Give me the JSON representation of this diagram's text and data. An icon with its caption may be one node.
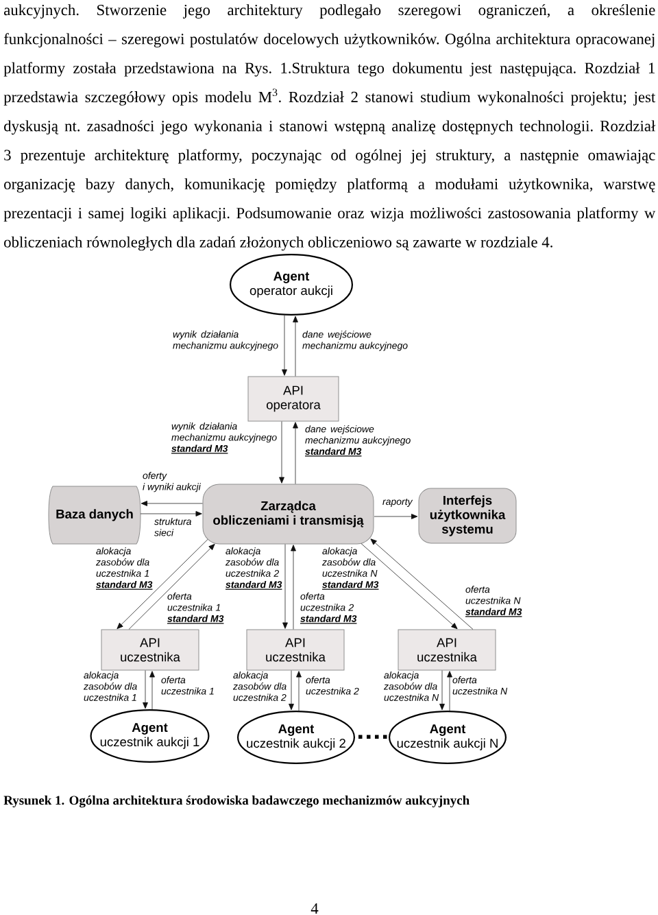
{
  "diagram": {
    "caption": "Rysunek 1. Ogólna architektura środowiska badawczego mechanizmów aukcyjnych",
    "nodes": [
      {
        "text": [
          "Agent",
          "operator aukcji"
        ]
      },
      {
        "text": [
          "API operatora"
        ]
      },
      {
        "text": [
          "Baza danych"
        ]
      },
      {
        "text": [
          "Zarządca obliczeniami i transmisją"
        ]
      },
      {
        "text": [
          "Interfejs użytkownika systemu"
        ]
      },
      {
        "text": [
          "API uczestnika"
        ]
      },
      {
        "text": [
          "API uczestnika"
        ]
      },
      {
        "text": [
          "API uczestnika"
        ]
      },
      {
        "text": [
          "Agent",
          "uczestnik aukcji 1"
        ]
      },
      {
        "text": [
          "Agent",
          "uczestnik aukcji 2"
        ]
      },
      {
        "text": [
          "Agent",
          "uczestnik aukcji N"
        ]
      }
    ],
    "edges": [
      {
        "from": 0,
        "to": 1,
        "arrow": "to",
        "label": "wynik działania mechanizmu aukcyjnego"
      },
      {
        "from": 1,
        "to": 0,
        "arrow": "to",
        "label": "dane wejściowe mechanizmu aukcyjnego"
      },
      {
        "from": 1,
        "to": 3,
        "arrow": "to",
        "label": "wynik działania mechanizmu aukcyjnego **standard M3**"
      },
      {
        "from": 3,
        "to": 1,
        "arrow": "to",
        "label": "dane wejściowe mechanizmu aukcyjnego **standard M3**"
      },
      {
        "from": 3,
        "to": 2,
        "arrow": "to",
        "label": "oferty i wyniki aukcji"
      },
      {
        "from": 2,
        "to": 3,
        "arrow": "to",
        "label": "struktura sieci"
      },
      {
        "from": 3,
        "to": 4,
        "arrow": "to",
        "label": "raporty"
      },
      {
        "from": 3,
        "to": 5,
        "arrow": "to",
        "label": "alokacja zasobów dla uczestnika 1 **standard M3**"
      },
      {
        "from": 5,
        "to": 3,
        "arrow": "to",
        "label": "oferta uczestnika 1 **standard M3**"
      },
      {
        "from": 3,
        "to": 6,
        "arrow": "to",
        "label": "alokacja zasobów dla uczestnika 2 **standard M3**"
      },
      {
        "from": 6,
        "to": 3,
        "arrow": "to",
        "label": "oferta uczestnika 2 **standard M3**"
      },
      {
        "from": 3,
        "to": 7,
        "arrow": "to",
        "label": "alokacja zasobów dla uczestnika N **standard M3**"
      },
      {
        "from": 7,
        "to": 3,
        "arrow": "to",
        "label": "oferta uczestnika N **standard M3**"
      },
      {
        "from": 5,
        "to": 8,
        "arrow": "to",
        "label": "alokacja zasobów dla uczestnika 1"
      },
      {
        "from": 8,
        "to": 5,
        "arrow": "to",
        "label": "oferta uczestnika 1"
      },
      {
        "from": 6,
        "to": 9,
        "arrow": "to",
        "label": "alokacja zasobów dla uczestnika 2"
      },
      {
        "from": 9,
        "to": 6,
        "arrow": "to",
        "label": "oferta uczestnika 2"
      },
      {
        "from": 7,
        "to": 10,
        "arrow": "to",
        "label": "alokacja zasobów dla uczestnika N"
      },
      {
        "from": 10,
        "to": 7,
        "arrow": "to",
        "label": "oferta uczestnika N"
      }
    ],
    "labels": [
      "aukcyjnych. Stworzenie jego architektury podlegało szeregowi ograniczeń, a określenie funkcjonalności – szeregowi postulatów docelowych użytkowników. Ogólna architektura opracowanej platformy została przedstawiona na Rys. 1.Struktura tego dokumentu jest następująca. Rozdział 1 przedstawia szczegółowy opis modelu M$^{3}$. Rozdział 2 stanowi studium wykonalności projektu; jest dyskusją nt. zasadności jego wykonania i stanowi wstępną analizę dostępnych technologii. Rozdział 3 prezentuje architekturę platformy, poczynając od ogólnej jej struktury, a następnie omawiając organizację bazy danych, komunikację pomiędzy platformą a modułami użytkownika, warstwę prezentacji i samej logiki aplikacji. Podsumowanie oraz wizja możliwości zastosowania platformy w obliczeniach równoległych dla zadań złożonych obliczeniowo są zawarte w rozdziale 4.",
      "4"
    ]
  }
}
